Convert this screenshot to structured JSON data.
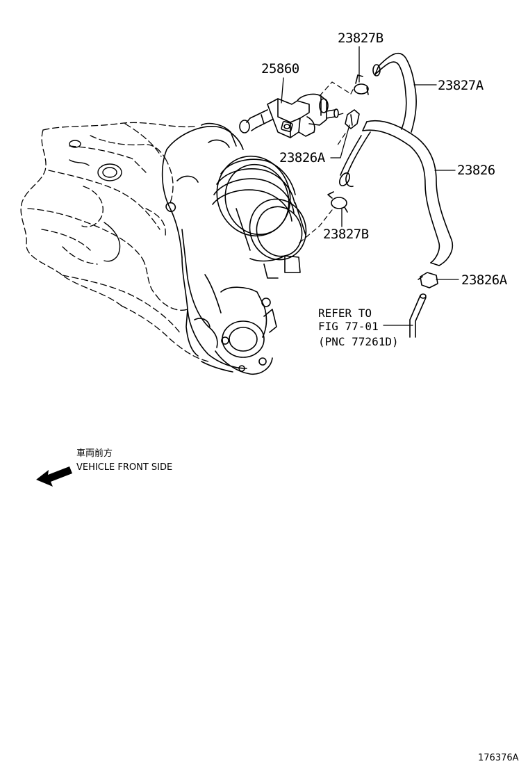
{
  "parts": [
    {
      "id": "p-23827b-top",
      "number": "23827B"
    },
    {
      "id": "p-23827a",
      "number": "23827A"
    },
    {
      "id": "p-25860",
      "number": "25860"
    },
    {
      "id": "p-23826a-upper",
      "number": "23826A"
    },
    {
      "id": "p-23826",
      "number": "23826"
    },
    {
      "id": "p-23827b-lower",
      "number": "23827B"
    },
    {
      "id": "p-23826a-lower",
      "number": "23826A"
    }
  ],
  "refer": {
    "line1": "REFER TO",
    "line2": "FIG 77-01",
    "line3": "(PNC 77261D)"
  },
  "direction": {
    "label_jp": "車両前方",
    "label_en": "VEHICLE FRONT SIDE",
    "icon": "left-arrow-icon"
  },
  "figure_id": "176376A"
}
